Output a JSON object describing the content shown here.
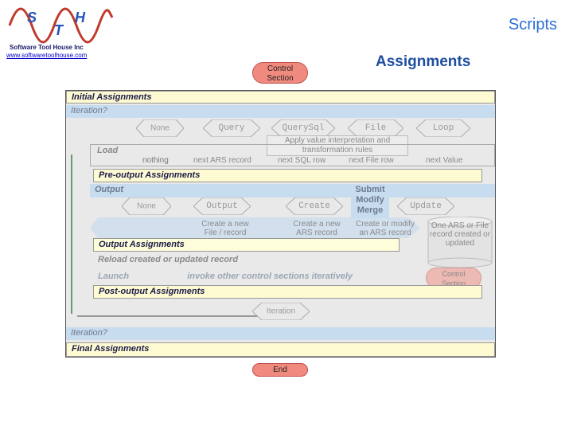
{
  "header": {
    "company": "Software Tool House Inc",
    "url": "www.softwaretoolhouse.com",
    "section": "Scripts",
    "title": "Assignments"
  },
  "flow": {
    "control_section": "Control Section",
    "end": "End",
    "initial_assignments": "Initial Assignments",
    "iteration_q": "Iteration?",
    "load": "Load",
    "pre_output": "Pre-output Assignments",
    "output": "Output",
    "output_assignments": "Output Assignments",
    "reload": "Reload created or updated record",
    "launch": "Launch",
    "launch_desc": "invoke other control sections iteratively",
    "post_output": "Post-output Assignments",
    "iteration_q2": "Iteration?",
    "final_assignments": "Final Assignments",
    "iteration": "Iteration"
  },
  "load_options": {
    "none": "None",
    "query": "Query",
    "querysql": "QuerySql",
    "file": "File",
    "loop": "Loop",
    "apply_note": "Apply value interpretation and transformation rules",
    "nothing": "nothing",
    "next_ars": "next ARS record",
    "next_sql": "next SQL row",
    "next_file": "next File row",
    "next_value": "next Value"
  },
  "output_options": {
    "none": "None",
    "output": "Output",
    "create": "Create",
    "submit": "Submit",
    "modify": "Modify",
    "merge": "Merge",
    "update": "Update",
    "create_file": "Create a new File / record",
    "create_ars": "Create a new ARS record",
    "create_modify": "Create or modify an ARS record",
    "one_ars": "One ARS or File record created or updated",
    "control_section_small": "Control Section"
  }
}
